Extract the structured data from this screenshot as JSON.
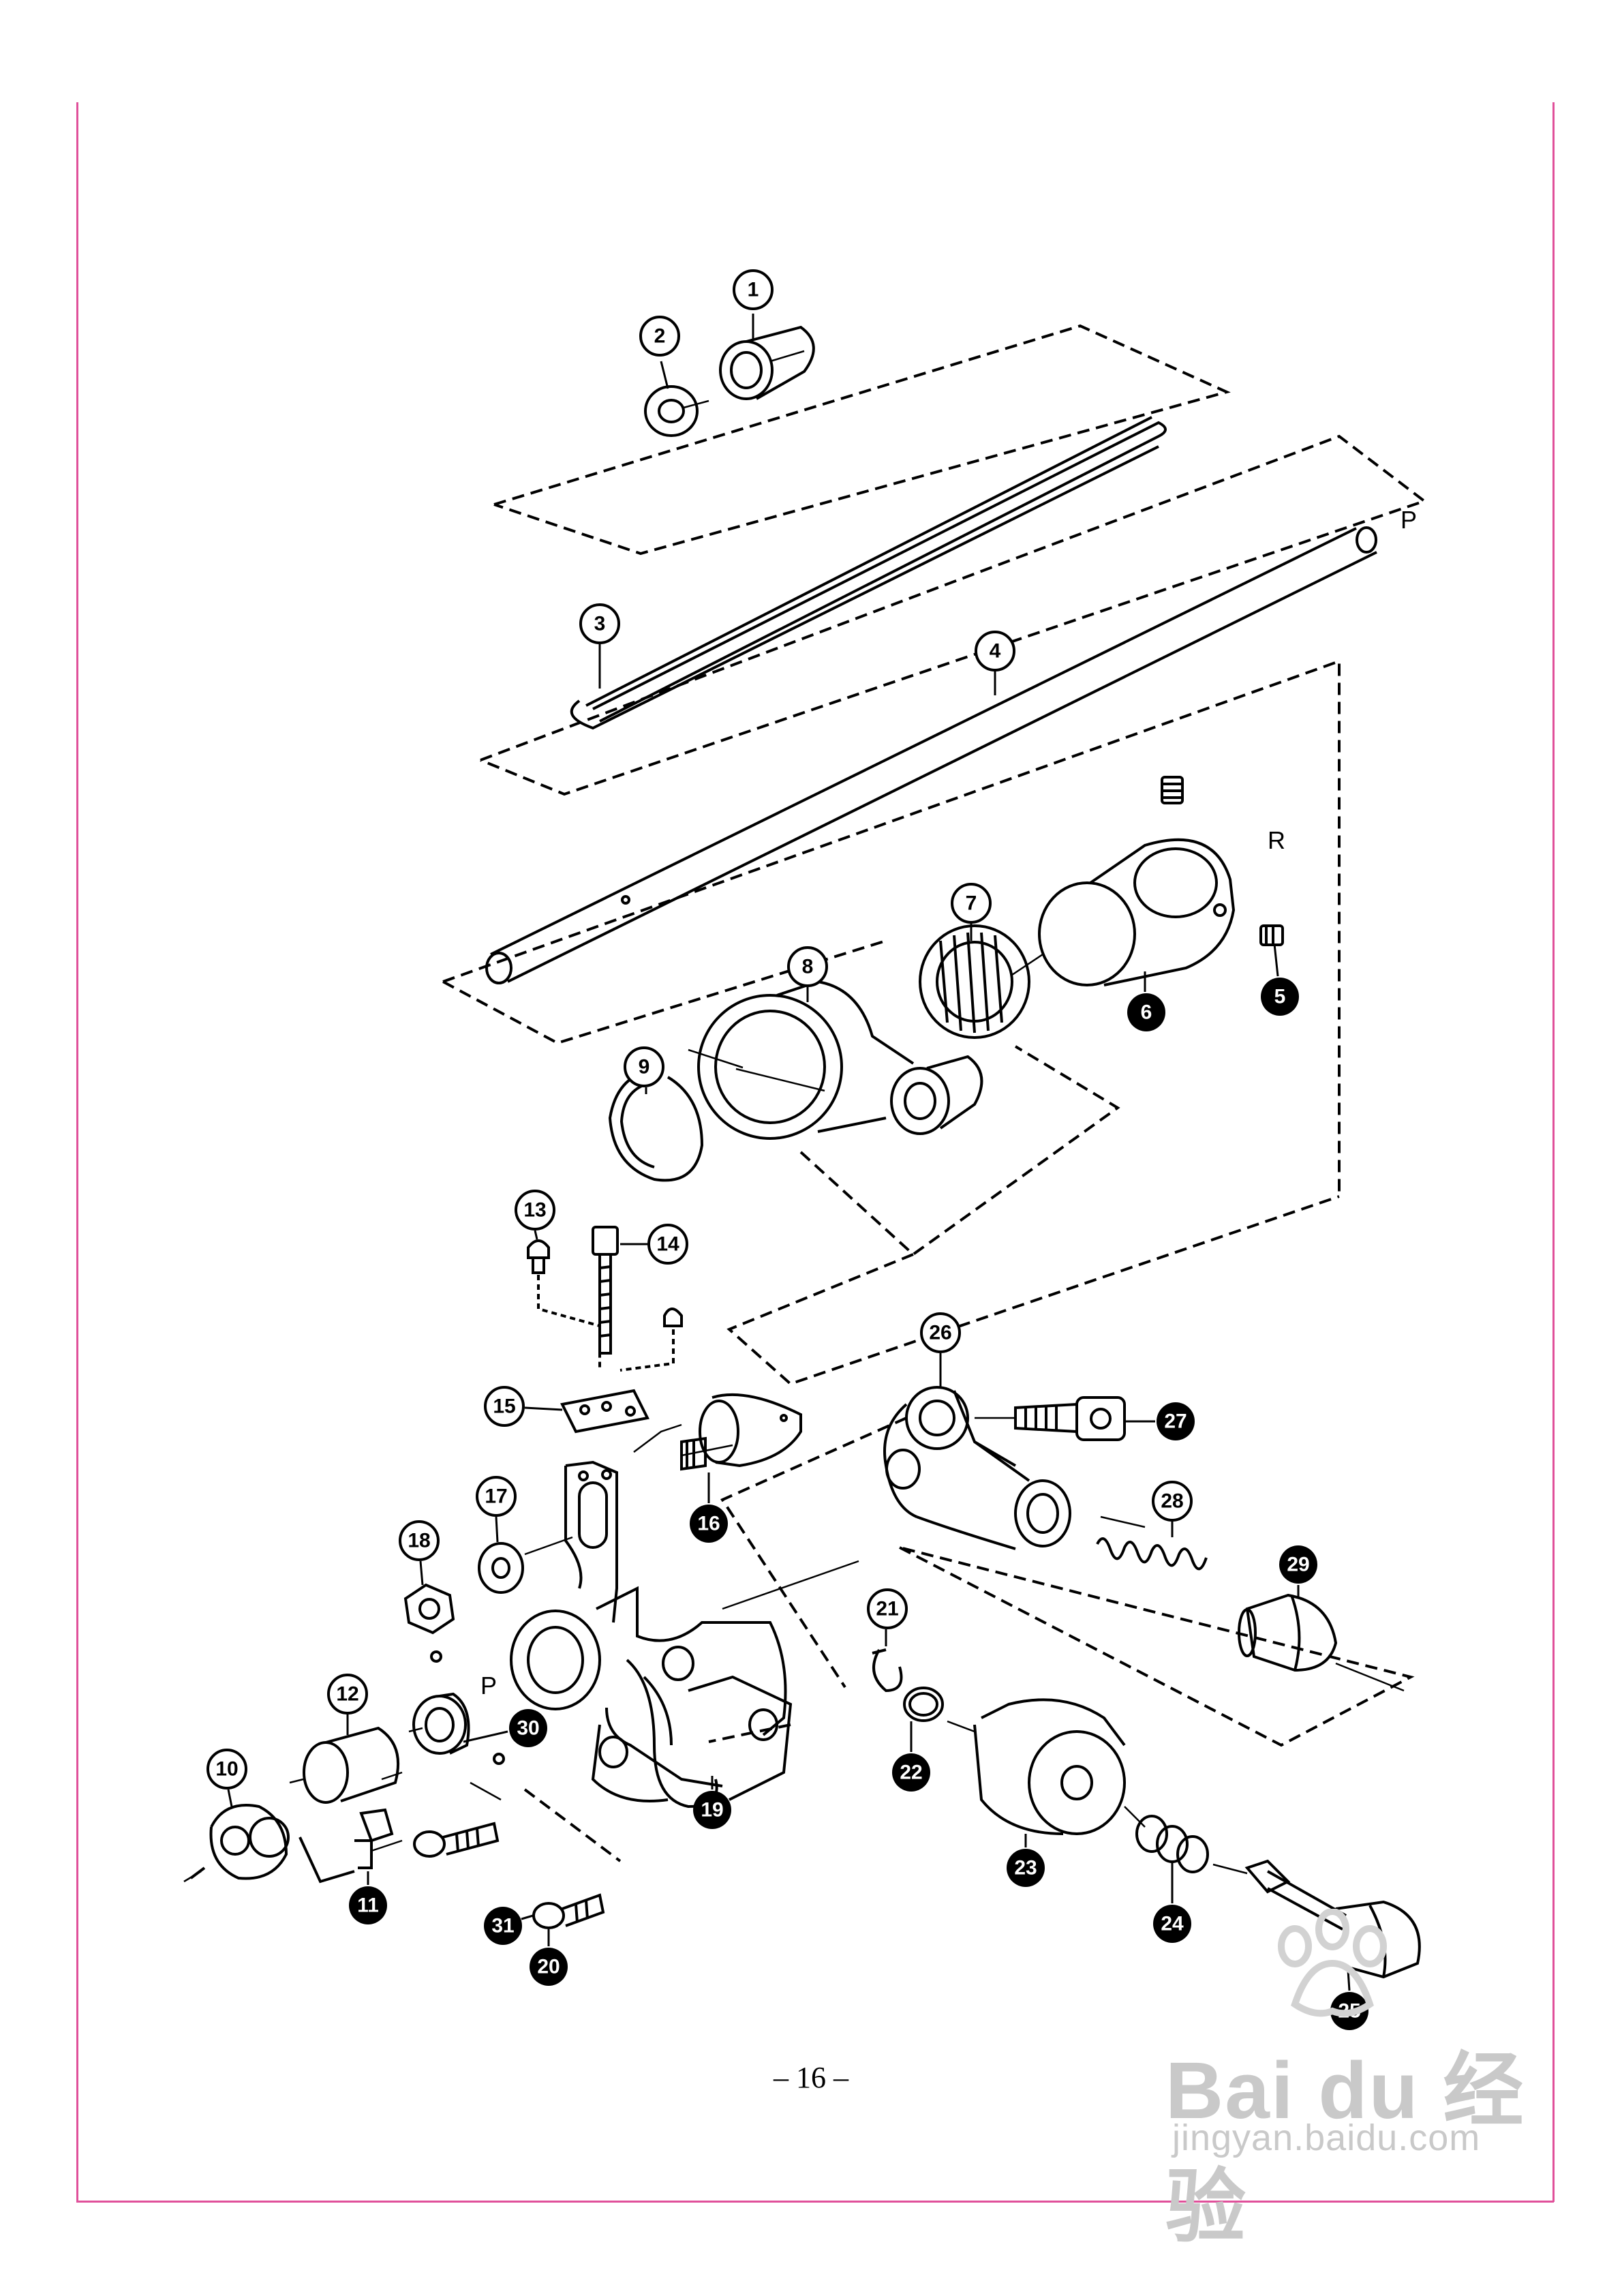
{
  "document": {
    "page_number": "– 16 –",
    "watermark": {
      "brand": "Bai du 经验",
      "url": "jingyan.baidu.com"
    }
  },
  "diagram": {
    "part_callouts": [
      "1",
      "2",
      "3",
      "4",
      "5",
      "6",
      "7",
      "8",
      "9",
      "10",
      "11",
      "12",
      "13",
      "14",
      "15",
      "16",
      "17",
      "18",
      "19",
      "20",
      "21",
      "22",
      "23",
      "24",
      "25",
      "26",
      "27",
      "28",
      "29",
      "30",
      "31"
    ],
    "reference_letters": [
      "P",
      "R",
      "P"
    ]
  },
  "colors": {
    "margin_line": "#e0509a",
    "ink": "#000000",
    "watermark": "#c9c9c9"
  }
}
